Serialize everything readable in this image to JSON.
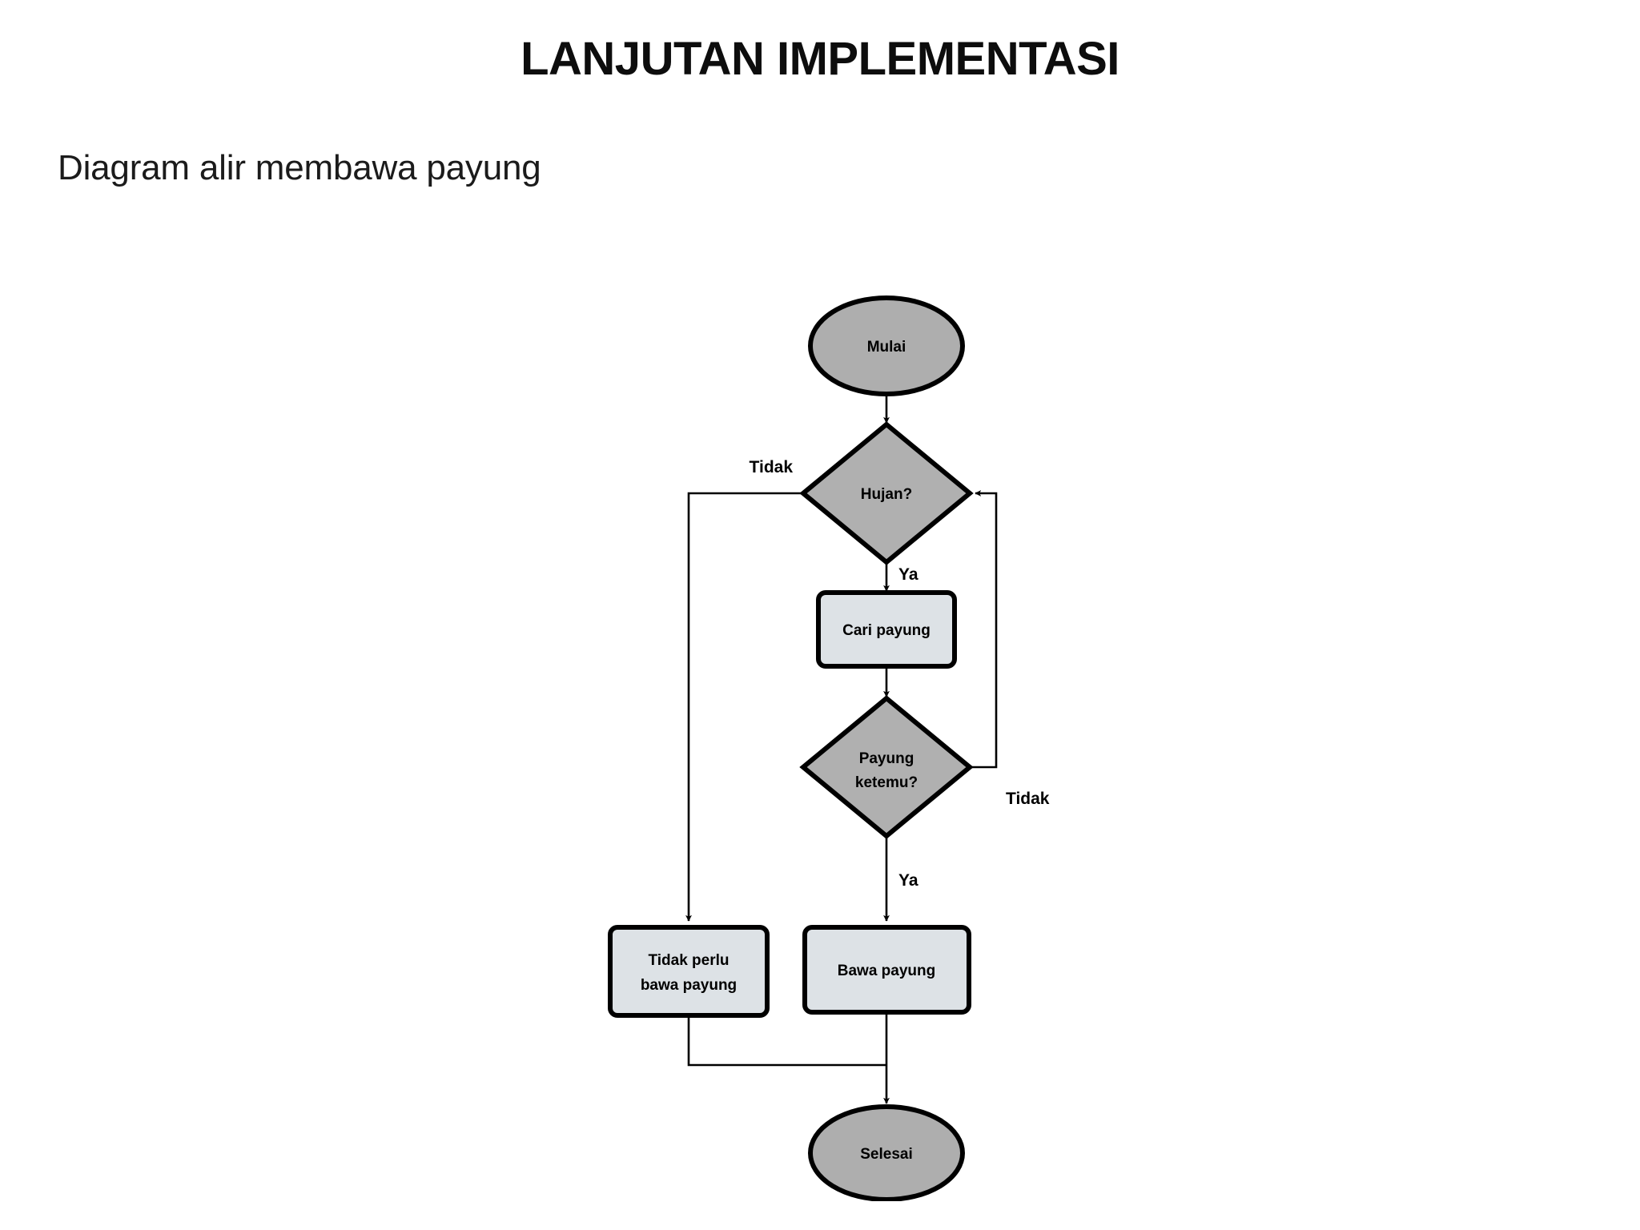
{
  "slide": {
    "title": "LANJUTAN IMPLEMENTASI",
    "subtitle": "Diagram alir membawa payung"
  },
  "colors": {
    "background": "#ffffff",
    "terminator_fill": "#aeaeae",
    "decision_fill": "#b0b0b0",
    "process_fill": "#dde2e6",
    "stroke": "#000000",
    "title_text": "#0d0d0d",
    "body_text": "#1b1b1b"
  },
  "diagram": {
    "type": "flowchart",
    "orientation": "top-to-bottom",
    "nodes": [
      {
        "id": "mulai",
        "shape": "ellipse",
        "label": "Mulai"
      },
      {
        "id": "hujan",
        "shape": "diamond",
        "label": "Hujan?"
      },
      {
        "id": "cari",
        "shape": "rectangle",
        "label": "Cari payung"
      },
      {
        "id": "ketemu",
        "shape": "diamond",
        "label_line1": "Payung",
        "label_line2": "ketemu?"
      },
      {
        "id": "tidakperlu",
        "shape": "rectangle",
        "label_line1": "Tidak perlu",
        "label_line2": "bawa payung"
      },
      {
        "id": "bawa",
        "shape": "rectangle",
        "label": "Bawa payung"
      },
      {
        "id": "selesai",
        "shape": "ellipse",
        "label": "Selesai"
      }
    ],
    "edges": [
      {
        "from": "mulai",
        "to": "hujan",
        "label": ""
      },
      {
        "from": "hujan",
        "to": "tidakperlu",
        "label": "Tidak"
      },
      {
        "from": "hujan",
        "to": "cari",
        "label": "Ya"
      },
      {
        "from": "cari",
        "to": "ketemu",
        "label": ""
      },
      {
        "from": "ketemu",
        "to": "hujan",
        "label": "Tidak"
      },
      {
        "from": "ketemu",
        "to": "bawa",
        "label": "Ya"
      },
      {
        "from": "tidakperlu",
        "to": "selesai",
        "label": ""
      },
      {
        "from": "bawa",
        "to": "selesai",
        "label": ""
      }
    ],
    "edge_labels": {
      "hujan_tidak": "Tidak",
      "hujan_ya": "Ya",
      "ketemu_tidak": "Tidak",
      "ketemu_ya": "Ya"
    }
  }
}
